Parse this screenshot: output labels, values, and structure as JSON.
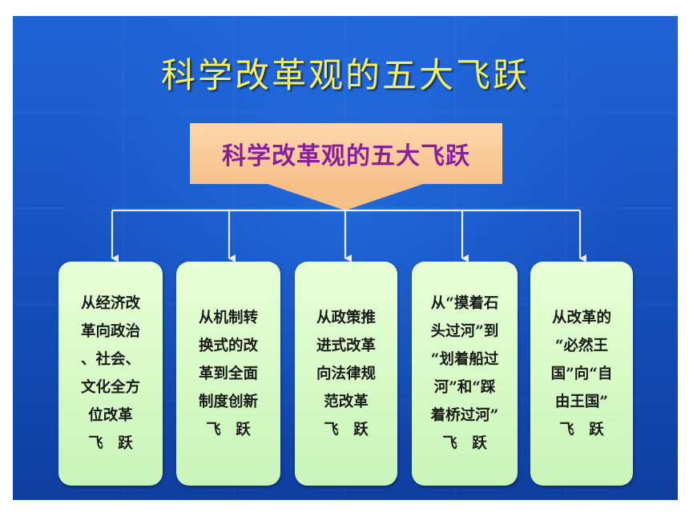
{
  "title": "科学改革观的五大飞跃",
  "hub_label": "科学改革观的五大飞跃",
  "boxes": [
    {
      "text": "从经济改\n革向政治\n、社会、\n文化全方\n位改革\n飞　跃"
    },
    {
      "text": "从机制转\n换式的改\n革到全面\n制度创新\n飞　跃"
    },
    {
      "text": "从政策推\n进式改革\n向法律规\n范改革\n飞　跃"
    },
    {
      "text": "从“摸着石\n头过河”到\n“划着船过\n河”和“踩\n着桥过河”\n飞　跃"
    },
    {
      "text": "从改革的\n“必然王\n国”向“自\n由王国”\n飞　跃"
    }
  ],
  "colors": {
    "background": "#1753c2",
    "title": "#f6ee5a",
    "hub_fill": "#f6bf88",
    "hub_text": "#8a1f9c",
    "box_fill": "#d4f8c4",
    "connector": "#e8eef8"
  }
}
